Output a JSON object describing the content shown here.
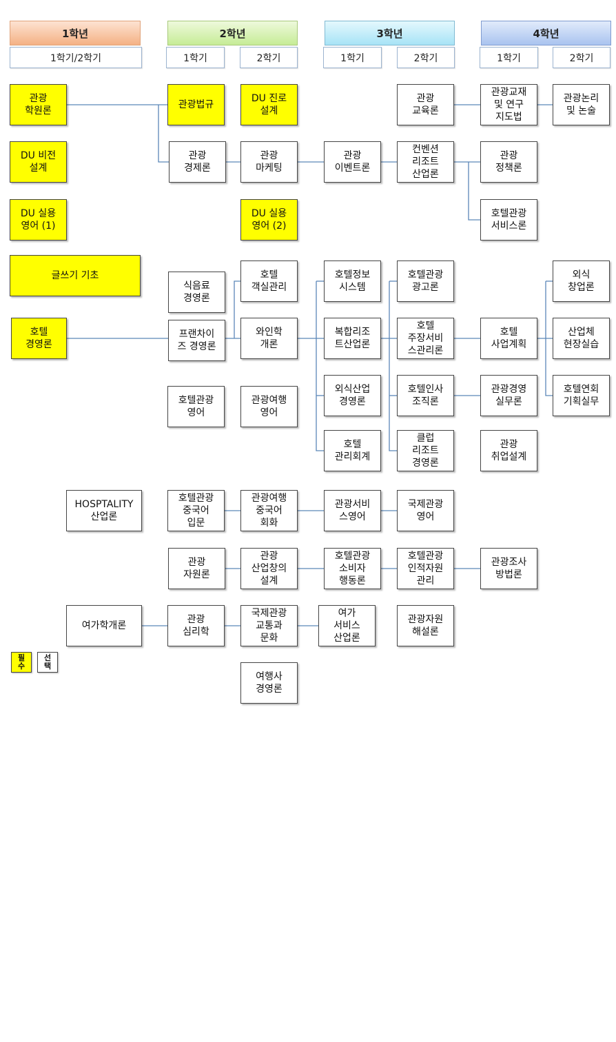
{
  "years": [
    "1학년",
    "2학년",
    "3학년",
    "4학년"
  ],
  "semesters": [
    "1학기/2학기",
    "1학기",
    "2학기",
    "1학기",
    "2학기",
    "1학기",
    "2학기"
  ],
  "colors": {
    "required": "#ffff00",
    "elective": "#ffffff",
    "line": "#5b86b8"
  },
  "courses": {
    "tour_intro": "관광\n학원론",
    "du_vision": "DU 비전\n설계",
    "du_eng1": "DU 실용\n영어 (1)",
    "writing": "글쓰기 기초",
    "hotel_mgmt": "호텔\n경영론",
    "hospitality": "HOSPTALITY\n산업론",
    "leisure": "여가학개론",
    "tour_law": "관광법규",
    "tour_econ": "관광\n경제론",
    "food_mgmt": "식음료\n경영론",
    "franchise": "프랜차이\n즈 경영론",
    "hotel_eng": "호텔관광\n영어",
    "hotel_chinese": "호텔관광\n중국어\n입문",
    "tour_resource": "관광\n자원론",
    "tour_psych": "관광\n심리학",
    "du_career": "DU 진로\n설계",
    "tour_marketing": "관광\n마케팅",
    "du_eng2": "DU 실용\n영어 (2)",
    "room_mgmt": "호텔\n객실관리",
    "wine": "와인학\n개론",
    "travel_eng": "관광여행\n영어",
    "travel_chinese": "관광여행\n중국어\n회화",
    "creative": "관광\n산업창의\n설계",
    "intl_transport": "국제관광\n교통과\n문화",
    "travel_agency": "여행사\n경영론",
    "event": "관광\n이벤트론",
    "hotel_info": "호텔정보\n시스템",
    "integrated_resort": "복합리조\n트산업론",
    "dining_industry": "외식산업\n경영론",
    "hotel_accounting": "호텔\n관리회계",
    "service_eng": "관광서비\n스영어",
    "consumer": "호텔관광\n소비자\n행동론",
    "leisure_service": "여가\n서비스\n산업론",
    "tour_edu": "관광\n교육론",
    "convention": "컨벤션\n리조트\n산업론",
    "hotel_ad": "호텔관광\n광고론",
    "banquet": "호텔\n주장서비\n스관리론",
    "hr_org": "호텔인사\n조직론",
    "club_resort": "클럽\n리조트\n경영론",
    "intl_eng": "국제관광\n영어",
    "human_resource": "호텔관광\n인적자원\n관리",
    "interpretation": "관광자원\n해설론",
    "teaching": "관광교재\n및 연구\n지도법",
    "policy": "관광\n정책론",
    "hotel_service": "호텔관광\n서비스론",
    "business_plan": "호텔\n사업계획",
    "practice": "관광경영\n실무론",
    "employment": "관광\n취업설계",
    "research": "관광조사\n방법론",
    "thesis": "관광논리\n및 논술",
    "startup": "외식\n창업론",
    "internship": "산업체\n현장실습",
    "event_planning": "호텔연회\n기획실무"
  },
  "legend": {
    "required": "필\n수",
    "elective": "선\n택"
  }
}
